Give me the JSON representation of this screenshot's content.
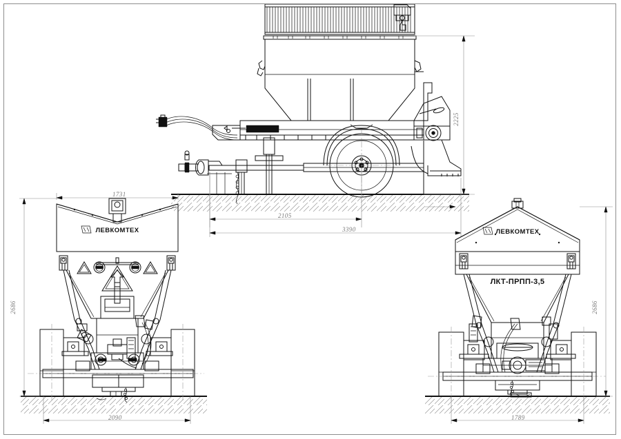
{
  "drawing": {
    "title": "ЛКТ-ПРПП-3,5",
    "brand": "ЛЕВКОМТЕХ",
    "sheet_border": true
  },
  "views": {
    "side": {
      "name": "side-elevation-view",
      "label": ""
    },
    "rear": {
      "name": "rear-elevation-view",
      "label": ""
    },
    "front": {
      "name": "front-elevation-view",
      "label": ""
    }
  },
  "labels": {
    "brand_left": "ЛЕВКОМТЕХ",
    "brand_right": "ЛЕВКОМТЕХ",
    "model_right": "ЛКТ-ПРПП-3,5"
  },
  "dimensions": {
    "side_height": "2225",
    "side_wheelbase": "2105",
    "side_overall_length": "3390",
    "rear_hopper_width": "1731",
    "rear_overall_height": "2686",
    "rear_track_width": "2090",
    "front_overall_height": "2686",
    "front_track_width": "1789"
  },
  "colors": {
    "line": "#111111",
    "dimension": "#7b7b7b",
    "hatch": "#9c9c9c",
    "frame": "#8d8d8d",
    "background": "#ffffff"
  }
}
